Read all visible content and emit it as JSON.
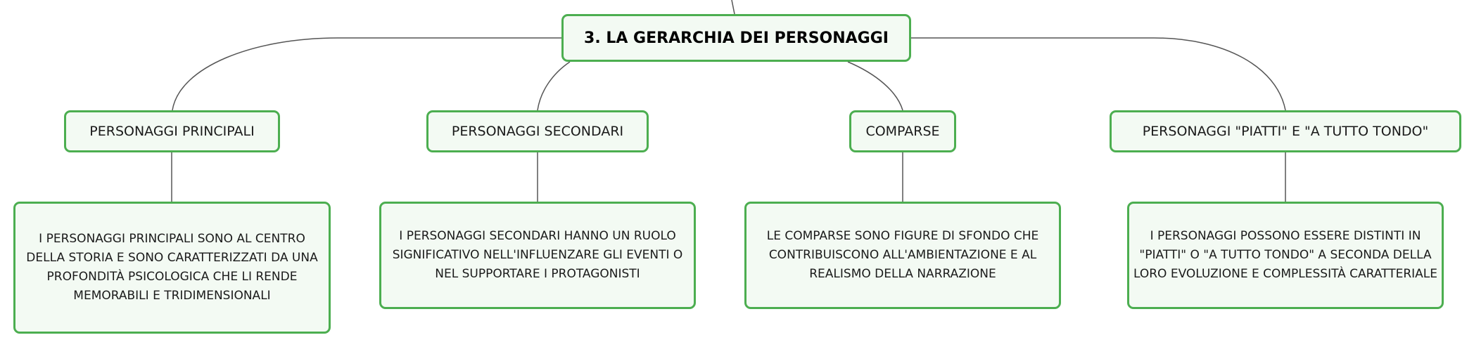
{
  "map": {
    "root": {
      "title": "3. LA GERARCHIA DEI PERSONAGGI"
    },
    "branches": [
      {
        "label": "PERSONAGGI PRINCIPALI",
        "description": "I PERSONAGGI PRINCIPALI SONO AL CENTRO DELLA STORIA E SONO CARATTERIZZATI DA UNA PROFONDITÀ PSICOLOGICA CHE LI RENDE MEMORABILI E TRIDIMENSIONALI"
      },
      {
        "label": "PERSONAGGI SECONDARI",
        "description": "I PERSONAGGI SECONDARI HANNO UN RUOLO SIGNIFICATIVO NELL'INFLUENZARE GLI EVENTI O NEL SUPPORTARE I PROTAGONISTI"
      },
      {
        "label": "COMPARSE",
        "description": "LE COMPARSE SONO FIGURE DI SFONDO CHE CONTRIBUISCONO ALL'AMBIENTAZIONE E AL REALISMO DELLA NARRAZIONE"
      },
      {
        "label": "PERSONAGGI \"PIATTI\" E \"A TUTTO TONDO\"",
        "description": "I PERSONAGGI POSSONO ESSERE DISTINTI IN \"PIATTI\" O \"A TUTTO TONDO\" A SECONDA DELLA LORO EVOLUZIONE E COMPLESSITÀ CARATTERIALE"
      }
    ]
  },
  "colors": {
    "node_border": "#4cae50",
    "node_fill": "#f3faf3",
    "connector": "#555555"
  }
}
